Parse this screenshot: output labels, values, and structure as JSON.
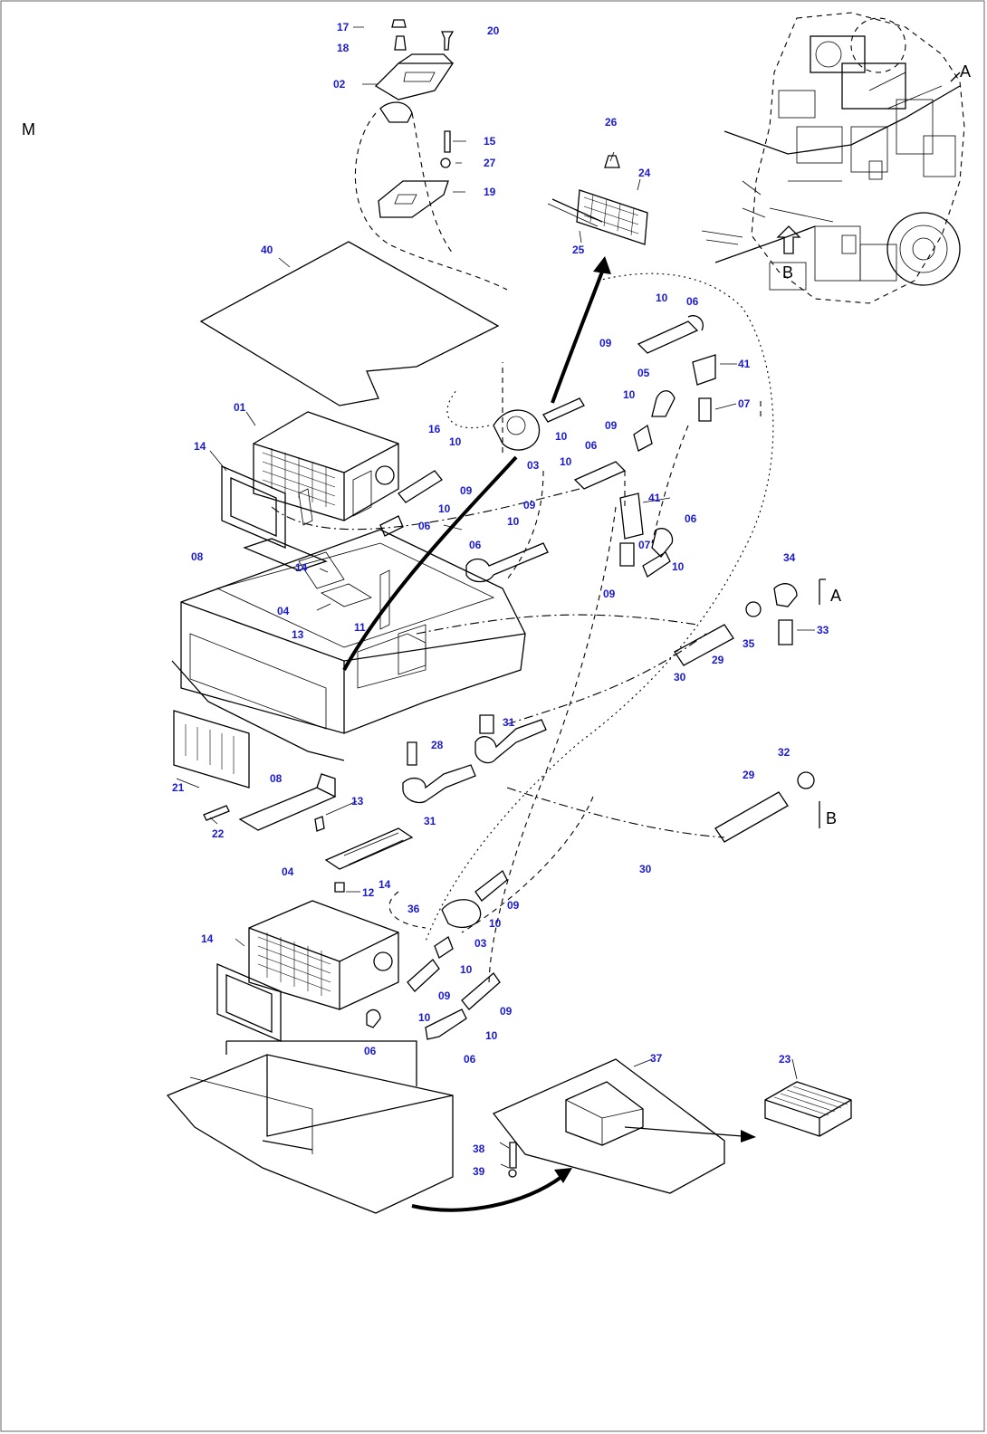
{
  "figure": {
    "section_letter": "M",
    "detail_A": "A",
    "detail_B": "B"
  },
  "callouts": [
    {
      "id": "c17",
      "text": "17"
    },
    {
      "id": "c18",
      "text": "18"
    },
    {
      "id": "c20",
      "text": "20"
    },
    {
      "id": "c02",
      "text": "02"
    },
    {
      "id": "c15",
      "text": "15"
    },
    {
      "id": "c27",
      "text": "27"
    },
    {
      "id": "c19",
      "text": "19"
    },
    {
      "id": "c26",
      "text": "26"
    },
    {
      "id": "c24",
      "text": "24"
    },
    {
      "id": "c25",
      "text": "25"
    },
    {
      "id": "c40",
      "text": "40"
    },
    {
      "id": "c10a",
      "text": "10"
    },
    {
      "id": "c06a",
      "text": "06"
    },
    {
      "id": "c09a",
      "text": "09"
    },
    {
      "id": "c41a",
      "text": "41"
    },
    {
      "id": "c05",
      "text": "05"
    },
    {
      "id": "c10b",
      "text": "10"
    },
    {
      "id": "c07a",
      "text": "07"
    },
    {
      "id": "c09b",
      "text": "09"
    },
    {
      "id": "c16",
      "text": "16"
    },
    {
      "id": "c10c",
      "text": "10"
    },
    {
      "id": "c10d",
      "text": "10"
    },
    {
      "id": "c03a",
      "text": "03"
    },
    {
      "id": "c10e",
      "text": "10"
    },
    {
      "id": "c06b",
      "text": "06"
    },
    {
      "id": "c01",
      "text": "01"
    },
    {
      "id": "c14a",
      "text": "14"
    },
    {
      "id": "c09c",
      "text": "09"
    },
    {
      "id": "c10f",
      "text": "10"
    },
    {
      "id": "c06c",
      "text": "06"
    },
    {
      "id": "c09d",
      "text": "09"
    },
    {
      "id": "c41b",
      "text": "41"
    },
    {
      "id": "c10g",
      "text": "10"
    },
    {
      "id": "c06d",
      "text": "06"
    },
    {
      "id": "c08a",
      "text": "08"
    },
    {
      "id": "c06e",
      "text": "06"
    },
    {
      "id": "c07b",
      "text": "07"
    },
    {
      "id": "c14b",
      "text": "14"
    },
    {
      "id": "c10h",
      "text": "10"
    },
    {
      "id": "c04a",
      "text": "04"
    },
    {
      "id": "c09e",
      "text": "09"
    },
    {
      "id": "c34",
      "text": "34"
    },
    {
      "id": "c11",
      "text": "11"
    },
    {
      "id": "c13a",
      "text": "13"
    },
    {
      "id": "c33",
      "text": "33"
    },
    {
      "id": "c35",
      "text": "35"
    },
    {
      "id": "c29a",
      "text": "29"
    },
    {
      "id": "c30a",
      "text": "30"
    },
    {
      "id": "c31a",
      "text": "31"
    },
    {
      "id": "c28",
      "text": "28"
    },
    {
      "id": "c32",
      "text": "32"
    },
    {
      "id": "c21",
      "text": "21"
    },
    {
      "id": "c08b",
      "text": "08"
    },
    {
      "id": "c29b",
      "text": "29"
    },
    {
      "id": "c13b",
      "text": "13"
    },
    {
      "id": "c22",
      "text": "22"
    },
    {
      "id": "c31b",
      "text": "31"
    },
    {
      "id": "c04b",
      "text": "04"
    },
    {
      "id": "c14c",
      "text": "14"
    },
    {
      "id": "c12",
      "text": "12"
    },
    {
      "id": "c30b",
      "text": "30"
    },
    {
      "id": "c36",
      "text": "36"
    },
    {
      "id": "c09f",
      "text": "09"
    },
    {
      "id": "c10i",
      "text": "10"
    },
    {
      "id": "c03b",
      "text": "03"
    },
    {
      "id": "c14d",
      "text": "14"
    },
    {
      "id": "c10j",
      "text": "10"
    },
    {
      "id": "c09g",
      "text": "09"
    },
    {
      "id": "c10k",
      "text": "10"
    },
    {
      "id": "c09h",
      "text": "09"
    },
    {
      "id": "c10l",
      "text": "10"
    },
    {
      "id": "c06f",
      "text": "06"
    },
    {
      "id": "c06g",
      "text": "06"
    },
    {
      "id": "c37",
      "text": "37"
    },
    {
      "id": "c23",
      "text": "23"
    },
    {
      "id": "c38",
      "text": "38"
    },
    {
      "id": "c39",
      "text": "39"
    }
  ]
}
